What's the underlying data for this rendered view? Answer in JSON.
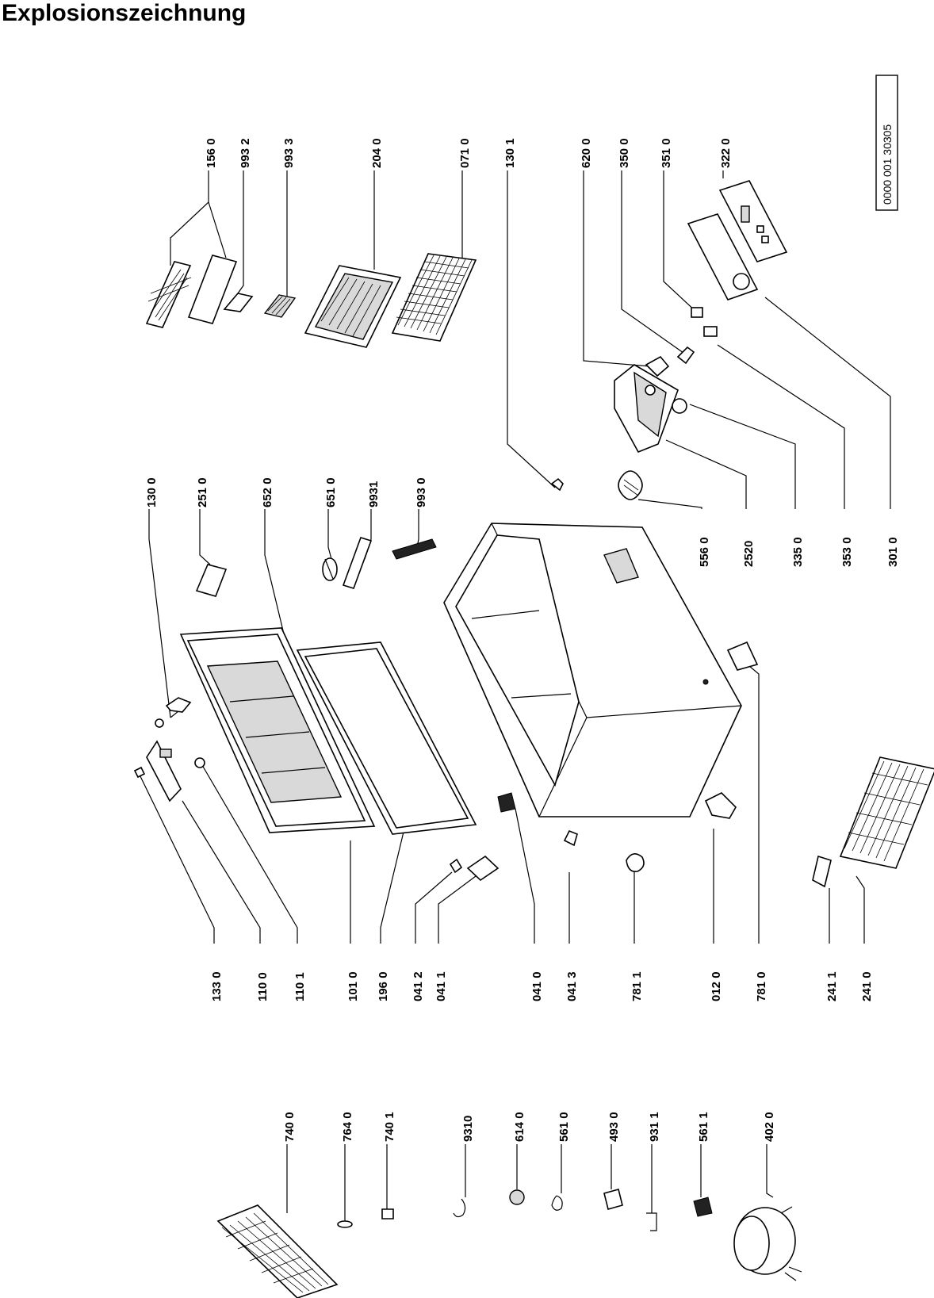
{
  "title": "Explosionszeichnung",
  "doc_number": "0000 001 30305",
  "labels": {
    "l1560": "156 0",
    "l9932": "993 2",
    "l9933": "993 3",
    "l2040": "204 0",
    "l0710": "071 0",
    "l1301": "130 1",
    "l6200": "620 0",
    "l3500": "350 0",
    "l3510": "351 0",
    "l3220": "322 0",
    "l1300": "130 0",
    "l2510": "251 0",
    "l6520": "652 0",
    "l6510": "651 0",
    "l9931": "9931",
    "l9930": "993 0",
    "l5560": "556 0",
    "l2520": "2520",
    "l3350": "335 0",
    "l3530": "353 0",
    "l3010": "301 0",
    "l1330": "133 0",
    "l1100": "110 0",
    "l1101": "110 1",
    "l1010": "101 0",
    "l1960": "196 0",
    "l0412": "041 2",
    "l0411": "041 1",
    "l0410": "041 0",
    "l0413": "041 3",
    "l7811": "781 1",
    "l0120": "012 0",
    "l7810": "781 0",
    "l2411": "241 1",
    "l2410": "241 0",
    "l7400": "740 0",
    "l7640": "764 0",
    "l7401": "740 1",
    "l9310": "9310",
    "l6140": "614 0",
    "l5610": "561 0",
    "l4930": "493 0",
    "l9311": "931 1",
    "l5611": "561 1",
    "l4020": "402 0"
  }
}
